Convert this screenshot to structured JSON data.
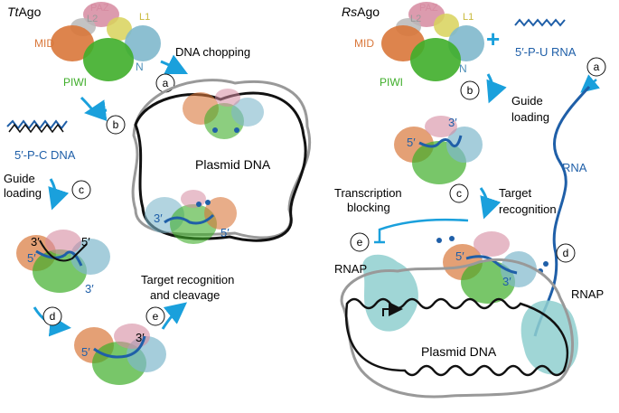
{
  "left_panel": {
    "title_italic": "Tt",
    "title_rest": "Ago",
    "domains": {
      "paz": "PAZ",
      "l2": "L2",
      "l1": "L1",
      "mid": "MID",
      "n": "N",
      "piwi": "PIWI"
    },
    "dna_chopping": "DNA chopping",
    "guide_label": "5′-P-C DNA",
    "guide_loading_1": "Guide",
    "guide_loading_2": "loading",
    "plasmid_dna": "Plasmid DNA",
    "target_1": "Target recognition",
    "target_2": "and cleavage",
    "steps": {
      "a": "a",
      "b": "b",
      "c": "c",
      "d": "d",
      "e": "e"
    },
    "ends": {
      "three_prime": "3′",
      "five_prime": "5′"
    }
  },
  "right_panel": {
    "title_italic": "Rs",
    "title_rest": "Ago",
    "domains": {
      "paz": "PAZ",
      "l2": "L2",
      "l1": "L1",
      "mid": "MID",
      "n": "N",
      "piwi": "PIWI"
    },
    "plus": "+",
    "guide_label": "5′-P-U RNA",
    "guide_loading_1": "Guide",
    "guide_loading_2": "loading",
    "rna": "RNA",
    "transcription_1": "Transcription",
    "transcription_2": "blocking",
    "target_1": "Target",
    "target_2": "recognition",
    "rnap_left": "RNAP",
    "rnap_right": "RNAP",
    "plasmid_dna": "Plasmid DNA",
    "steps": {
      "a": "a",
      "b": "b",
      "c": "c",
      "d": "d",
      "e": "e"
    },
    "ends": {
      "three_prime": "3′",
      "five_prime": "5′"
    }
  },
  "colors": {
    "accent_arrow": "#1aa0dc",
    "rna_blue": "#1f5fa8",
    "mid": "#d9773a",
    "piwi": "#3fae2a",
    "n": "#7fb8cc",
    "paz": "#d68aa0",
    "l1": "#d8d25a",
    "l2": "#b8b8b8",
    "rnap": "#8fcfcf"
  }
}
